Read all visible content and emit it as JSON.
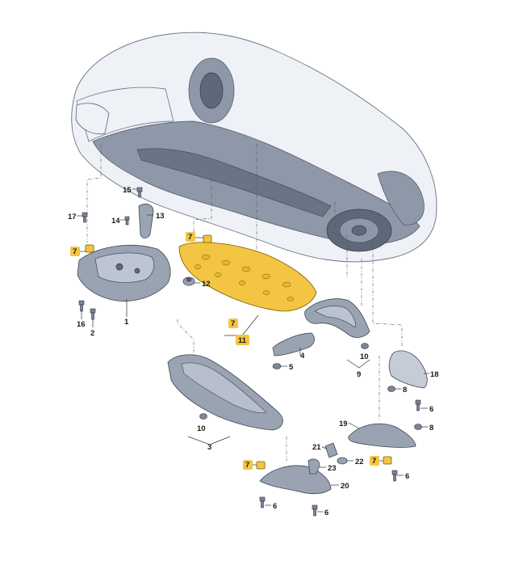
{
  "callouts": {
    "c1": "1",
    "c2": "2",
    "c3": "3",
    "c4": "4",
    "c5": "5",
    "c6a": "6",
    "c6b": "6",
    "c6c": "6",
    "c6d": "6",
    "c7a": "7",
    "c7b": "7",
    "c7c": "7",
    "c7d": "7",
    "c7e": "7",
    "c8a": "8",
    "c8b": "8",
    "c9": "9",
    "c10a": "10",
    "c10b": "10",
    "c11": "11",
    "c12": "12",
    "c13": "13",
    "c14": "14",
    "c15": "15",
    "c16": "16",
    "c17": "17",
    "c18": "18",
    "c19": "19",
    "c20": "20",
    "c21": "21",
    "c22": "22",
    "c23": "23"
  },
  "colors": {
    "highlight": "#f4c542",
    "body": "#eef1f6",
    "parts": "#9aa3b2"
  }
}
